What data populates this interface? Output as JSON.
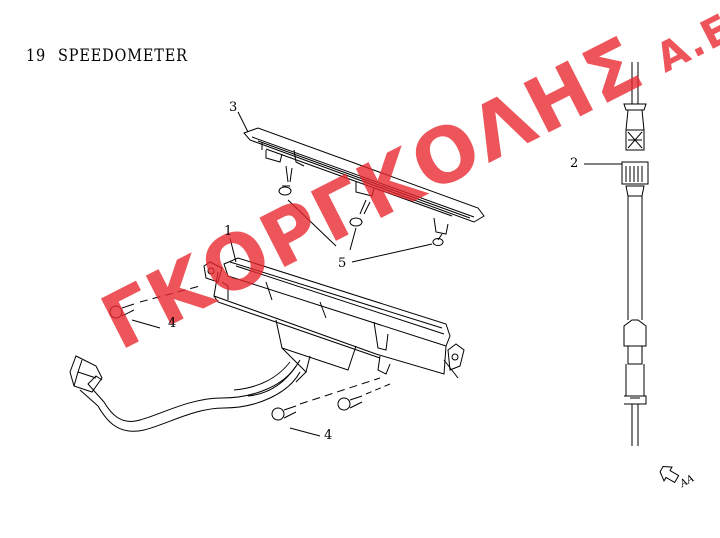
{
  "header": {
    "section_number": "19",
    "section_title": "SPEEDOMETER"
  },
  "callouts": [
    {
      "id": "part-1",
      "label": "1"
    },
    {
      "id": "part-2",
      "label": "2"
    },
    {
      "id": "part-3",
      "label": "3"
    },
    {
      "id": "part-4a",
      "label": "4"
    },
    {
      "id": "part-4b",
      "label": "4"
    },
    {
      "id": "part-5",
      "label": "5"
    }
  ],
  "watermark": {
    "text": "ΓΚΟΡΓΚΟΛΗΣ",
    "suffix": "Α.Ε."
  },
  "page_mark": "AA",
  "colors": {
    "line": "#000000",
    "watermark": "#e8262d"
  }
}
